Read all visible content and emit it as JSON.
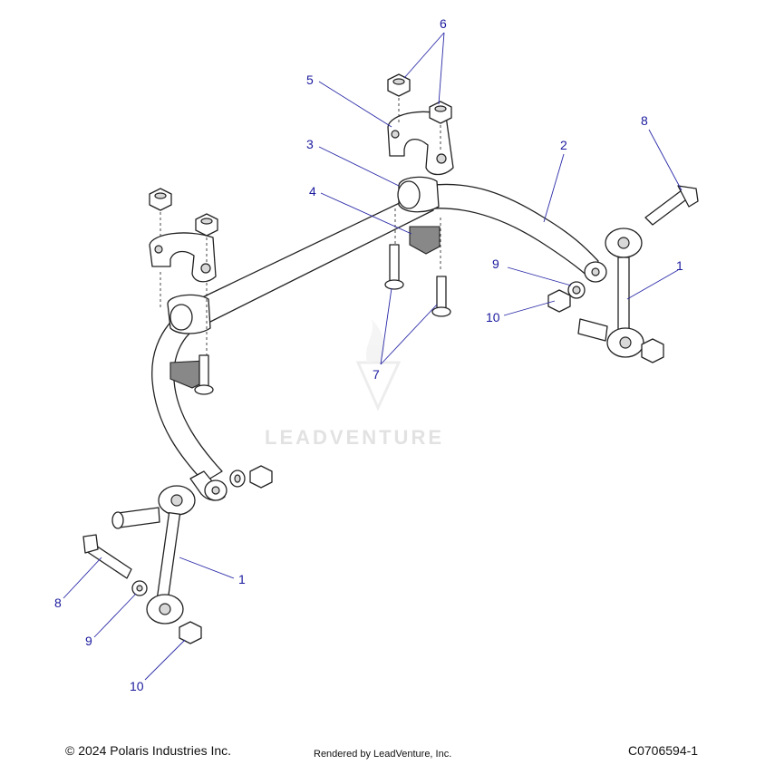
{
  "callouts": [
    {
      "id": "c1a",
      "label": "1"
    },
    {
      "id": "c1b",
      "label": "1"
    },
    {
      "id": "c2",
      "label": "2"
    },
    {
      "id": "c3",
      "label": "3"
    },
    {
      "id": "c4",
      "label": "4"
    },
    {
      "id": "c5",
      "label": "5"
    },
    {
      "id": "c6",
      "label": "6"
    },
    {
      "id": "c7",
      "label": "7"
    },
    {
      "id": "c8a",
      "label": "8"
    },
    {
      "id": "c8b",
      "label": "8"
    },
    {
      "id": "c9a",
      "label": "9"
    },
    {
      "id": "c9b",
      "label": "9"
    },
    {
      "id": "c10a",
      "label": "10"
    },
    {
      "id": "c10b",
      "label": "10"
    }
  ],
  "watermark": {
    "text": "LEADVENTURE"
  },
  "footer": {
    "copyright": "© 2024 Polaris Industries Inc.",
    "rendered_by": "Rendered by LeadVenture, Inc.",
    "part_number": "C0706594-1"
  },
  "colors": {
    "callout": "#1a1a9e",
    "line": "#222222",
    "watermark": "#e2e2e2"
  }
}
